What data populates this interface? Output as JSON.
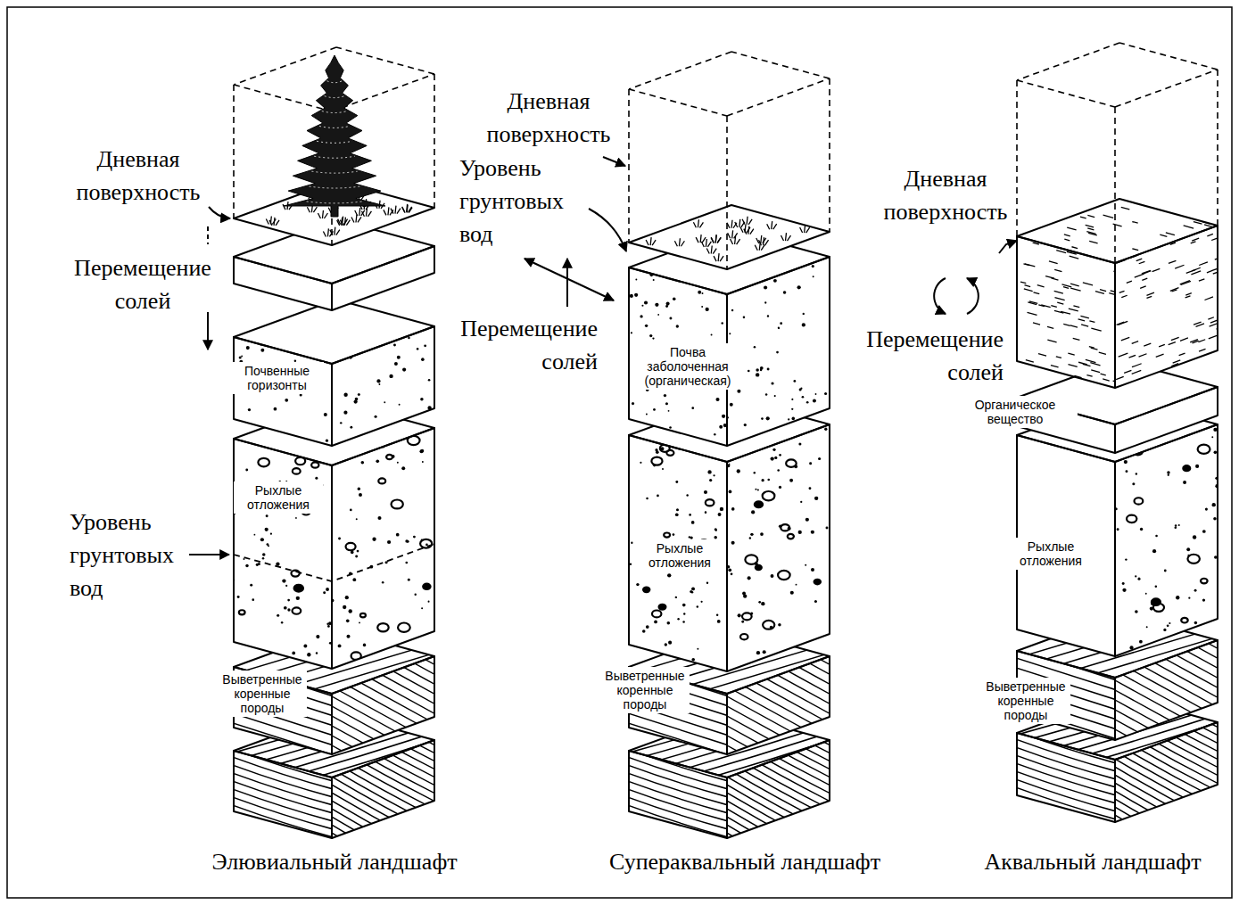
{
  "diagram": {
    "nodes": [
      {
        "text": [
          "Почвенные горизонты"
        ]
      },
      {
        "text": [
          "Рыхлые отложения"
        ]
      },
      {
        "text": [
          "Выветренные коренные породы"
        ]
      },
      {
        "text": [
          "Почва заболоченная (органическая)"
        ]
      },
      {
        "text": [
          "Рыхлые отложения"
        ]
      },
      {
        "text": [
          "Выветренные коренные породы"
        ]
      },
      {
        "text": [
          "Органическое вещество"
        ]
      },
      {
        "text": [
          "Рыхлые отложения"
        ]
      },
      {
        "text": [
          "Выветренные коренные породы"
        ]
      }
    ],
    "labels": [
      "Дневная поверхность",
      "Перемещение солей",
      "Уровень грунтовых вод",
      "Дневная поверхность",
      "Уровень грунтовых вод",
      "Перемещение солей",
      "Дневная поверхность",
      "Перемещение солей",
      "Элювиальный ландшафт",
      "Супераквальный ландшафт",
      "Аквальный ландшафт"
    ]
  }
}
